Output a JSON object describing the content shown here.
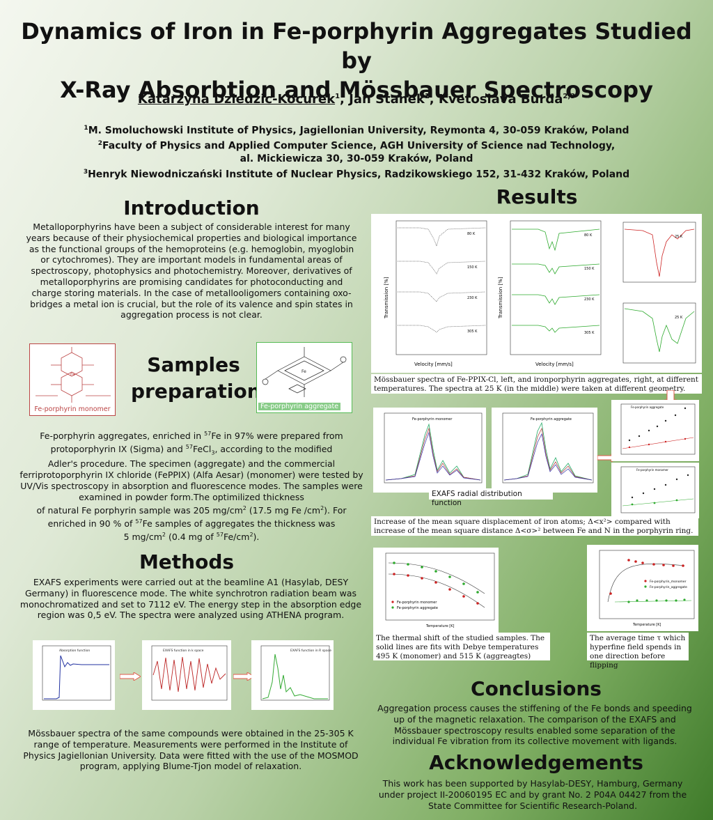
{
  "title_line1": "Dynamics of Iron in Fe-porphyrin Aggregates Studied by",
  "title_line2": "X-Ray Absorbtion and Mössbauer Spectroscopy",
  "authors": {
    "a1": "Katarzyna Dziedzic-Kocurek",
    "a1_sup": "1",
    "a2": "Jan Stanek",
    "a2_sup": "1",
    "a3": "Kvetoslava Burda",
    "a3_sup": "2,3"
  },
  "affiliations": {
    "line1_sup": "1",
    "line1": "M. Smoluchowski Institute of Physics, Jagiellonian University, Reymonta 4, 30-059 Kraków, Poland",
    "line2_sup": "2",
    "line2": "Faculty of Physics and Applied Computer Science, AGH University of Science nad Technology,",
    "line3": "al. Mickiewicza 30, 30-059 Kraków, Poland",
    "line4_sup": "3",
    "line4": "Henryk Niewodniczański Institute of Nuclear Physics, Radzikowskiego 152, 31-432 Kraków, Poland"
  },
  "introduction": {
    "heading": "Introduction",
    "text": "Metalloporphyrins have been a subject of considerable interest for many years because of their physiochemical properties and biological importance as the functional groups of the hemoproteins (e.g. hemoglobin, myoglobin or cytochromes). They are important models in fundamental areas of spectroscopy, photophysics and photochemistry. Moreover, derivatives of metalloporphyrins are promising candidates for photoconducting and charge storing materials. In the case of metallooligomers containing oxo-bridges a metal ion is crucial, but the role of its valence and spin states in aggregation process is not clear."
  },
  "samples": {
    "heading_line1": "Samples",
    "heading_line2": "preparation",
    "monomer_label": "Fe-porphyrin monomer",
    "aggregate_label": "Fe-porphyrin aggregate",
    "text_l1_pre": "Fe-porphyrin aggregates, enriched in ",
    "text_l1_sup": "57",
    "text_l1_post": "Fe in 97% were prepared from",
    "text_l2_pre": "protoporphyrin IX (Sigma) and ",
    "text_l2_sup": "57",
    "text_l2_mid": "FeCl",
    "text_l2_sub": "3",
    "text_l2_post": ", according to the modified",
    "text_rest": "Adler's procedure. The specimen (aggregate) and the commercial ferriprotoporphyrin IX chloride (FePPIX) (Alfa Aesar) (monomer) were tested by UV/Vis spectroscopy in absorption and fluorescence modes. The samples were examined in powder form.The optimilized thickness",
    "text_l8a": "of natural Fe porphyrin sample was 205 mg/cm",
    "text_l8b": " (17.5 mg Fe /cm",
    "text_l8c": "). For",
    "text_l9a": "enriched in 90 % of ",
    "text_l9b": "Fe samples of aggregates the thickness was",
    "text_l10a": "5 mg/cm",
    "text_l10b": " (0.4 mg of ",
    "text_l10c": "Fe/cm",
    "text_l10d": ").",
    "sup2": "2",
    "sup57": "57"
  },
  "methods": {
    "heading": "Methods",
    "text1": "EXAFS experiments were carried out at the beamline A1 (Hasylab, DESY Germany)  in fluorescence mode. The white synchrotron radiation beam was monochromatized and set to 7112 eV. The energy step in the absorption edge region was 0,5 eV. The spectra were analyzed using ATHENA program.",
    "text2": "Mössbauer spectra of the same compounds were obtained in the 25-305 K range of temperature. Measurements were performed in the Institute of Physics Jagiellonian University. Data were fitted with the use of the MOSMOD program, applying Blume-Tjon model of relaxation.",
    "plot1_title": "Absorption function",
    "plot2_title": "EXAFS function in k space",
    "plot3_title": "EXAFS function in R space"
  },
  "results": {
    "heading": "Results",
    "moss_caption": "Mössbauer spectra of Fe-PPIX-Cl, left, and ironporphyrin aggregates, right, at different temperatures. The spectra at 25 K (in the middle) were taken at different geometry.",
    "moss_ylabel": "Transmission [%]",
    "moss_xlabel": "Velocity [mm/s]",
    "moss_temps_left": [
      "80 K",
      "150 K",
      "230 K",
      "305 K"
    ],
    "moss_temps_right": [
      "80 K",
      "150 K",
      "230 K",
      "305 K"
    ],
    "moss_small_temp": "25 K",
    "exafs_caption": "EXAFS radial distribution function",
    "exafs_title_left": "Fe-porphyrin monomer",
    "exafs_title_right": "Fe-porphyrin aggregate",
    "msd_caption": "Increase of the mean square displacement of iron atoms; Δ<x²> compared with increase of the mean square distance Δ<σ>² between Fe and N in the porphyrin ring.",
    "msd_title_top": "Fe-porphyrin aggregate",
    "msd_title_bottom": "Fe-porphyrin monomer",
    "thermal_caption": "The thermal shift of the studied samples. The solid lines are fits with Debye temperatures 495 K (monomer) and 515 K (aggreagtes)",
    "thermal_legend": [
      "Fe-porphyrin monomer",
      "Fe-porphyrin aggregate"
    ],
    "thermal_xlabel": "Temperature [K]",
    "tau_caption": "The average time τ which hyperfine field spends in one direction before flipping",
    "tau_legend": [
      "Fe-porphyrin_monomer",
      "Fe-porphyrin_aggregate"
    ],
    "tau_xlabel": "Temperature [K]"
  },
  "conclusions": {
    "heading": "Conclusions",
    "text": "Aggregation process causes the stiffening of the Fe bonds and speeding up of the magnetic relaxation. The comparison of the EXAFS and Mössbauer spectroscopy results enabled some separation of the individual Fe vibration from its collective movement with ligands."
  },
  "acknowledgements": {
    "heading": "Acknowledgements",
    "text": "This work has been supported by Hasylab-DESY, Hamburg, Germany under project II-20060195 EC and by grant No. 2 P04A 04427 from the State Committee for Scientific Research-Poland."
  },
  "colors": {
    "green_curve": "#2eaa2e",
    "red_marker": "#c0282a",
    "arrow": "#e05a4a"
  }
}
